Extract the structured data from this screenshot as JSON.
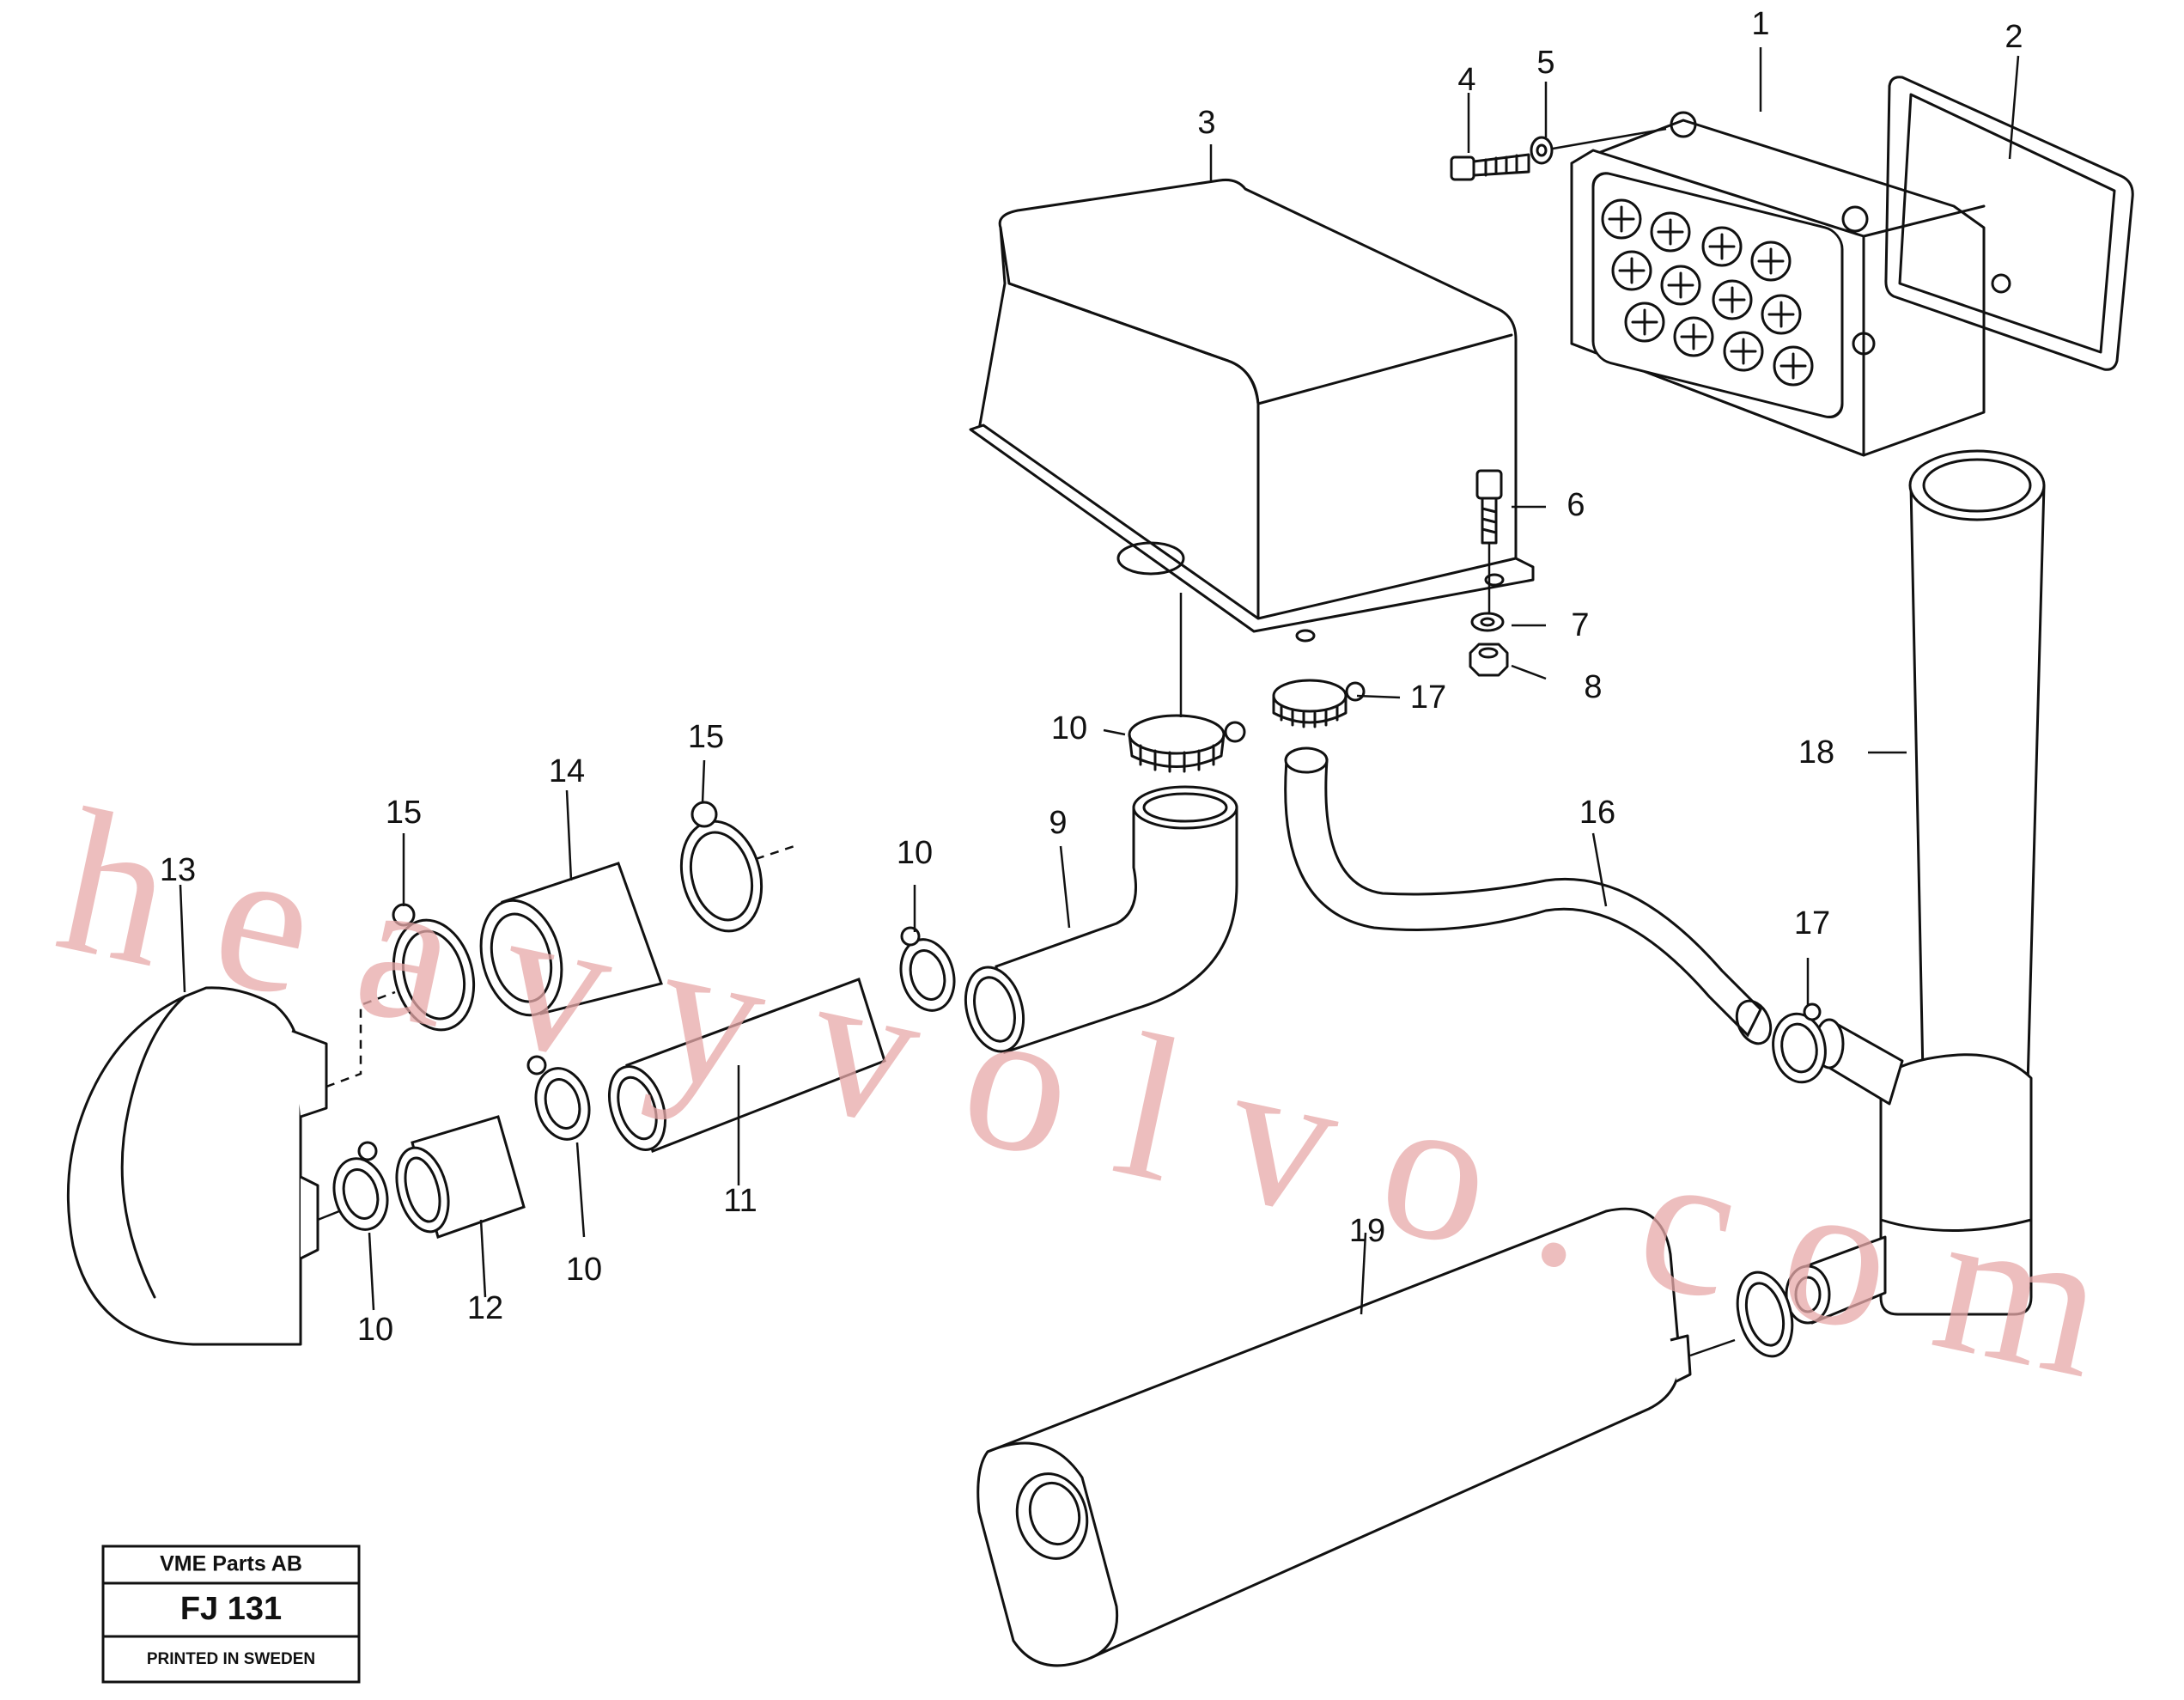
{
  "diagram": {
    "part_numbers": [
      "1",
      "2",
      "3",
      "4",
      "5",
      "6",
      "7",
      "8",
      "9",
      "10",
      "10",
      "10",
      "10",
      "10",
      "11",
      "12",
      "13",
      "14",
      "15",
      "15",
      "16",
      "17",
      "17",
      "18",
      "19"
    ],
    "watermark": "heavyvolvo.com"
  },
  "title_block": {
    "company": "VME Parts AB",
    "drawing_number": "FJ 131",
    "printed": "PRINTED IN SWEDEN"
  }
}
